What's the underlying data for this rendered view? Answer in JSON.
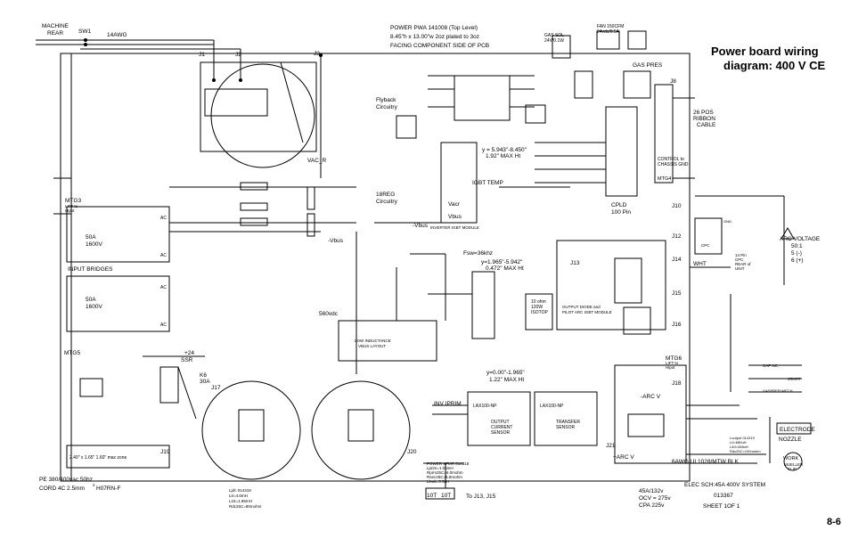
{
  "title_line1": "Power board wiring",
  "title_line2": "diagram: 400 V CE",
  "page_number": "8-6",
  "header": {
    "line1": "POWER PWA  141008 (Top Level)",
    "line2": "8.45\"h x 13.00\"w 2oz plated to 3oz",
    "line3": "FACING COMPONENT SIDE OF PCB"
  },
  "machine_rear": "MACHINE",
  "machine_rear2": "REAR",
  "sw1": "SW1",
  "awg14": "14AWG",
  "connectors": [
    "J1",
    "J2",
    "J3",
    "J8",
    "J10",
    "J12",
    "J13",
    "J14",
    "J15",
    "J16",
    "J17",
    "J18",
    "J19",
    "J20",
    "J21"
  ],
  "gas_sol": "GAS SOL",
  "gas_sol_v": "24V/0.1W",
  "fan": "FAN 150CFM",
  "fan_v": "24vdc/0.5A",
  "gas_pres": "GAS PRES",
  "ribbon": [
    "26 POS",
    "RIBBON",
    "CABLE"
  ],
  "control_chassis": [
    "CONTROL to",
    "CHASSIS GND"
  ],
  "mtg4": "MTG4",
  "flyback": [
    "Flyback",
    "Circuitry"
  ],
  "reg18": [
    "18REG",
    "Circuitry"
  ],
  "vac_r": "VAC_R",
  "mtg3": "MTG3",
  "mtg3_sub": [
    "LIFT to",
    "Hipot"
  ],
  "bridge_a": [
    "50A",
    "1600V"
  ],
  "bridge_b": [
    "50A",
    "1600V"
  ],
  "input_bridges": "INPUT BRIDGES",
  "ac_label": "AC",
  "mtg5": "MTG5",
  "ssr": [
    "+24",
    "SSR"
  ],
  "k6": [
    "K6",
    "30A"
  ],
  "cap_size": "2.40\" x 1.65\"  1.60\" max zone",
  "pe_line": "PE  380/400vac 50hz",
  "cord_line": "CORD 4C 2.5mm",
  "cord_sq": "2",
  "cord_type": "H07RN-F",
  "vbus_neg": "-Vbus",
  "vbus_pos": "Vbus",
  "vacr": "Vacr",
  "vdc560": "560vdc",
  "igbt_temp": "IGBT TEMP",
  "cpld": [
    "CPLD",
    "100 Pin"
  ],
  "inverter_module": "INVERTER IGBT MODULE",
  "fsw": "Fsw=36khz",
  "y1": "y = 5.943\"-8.450\"",
  "y1b": "1.92\" MAX Ht",
  "y2": "y=1.965\"-5.942\"",
  "y2b": "0.472\" MAX Ht",
  "y3": "y=0.00\"-1.965\"",
  "y3b": "1.22\" MAX Ht",
  "low_ind": [
    "LOW INDUCTANCE",
    "VBUS LAYOUT"
  ],
  "inv_iprim": "INV IPRIM",
  "output_sensor": [
    "OUTPUT",
    "CURRENT",
    "SENSOR"
  ],
  "transfer_sensor": [
    "TRANSFER",
    "SENSOR"
  ],
  "lax": "LAX100-NP",
  "output_diode": [
    "OUTPUT DIODE and",
    "PILOT ARC IGBT MODULE"
  ],
  "isotop": [
    "10 ohm",
    "120W",
    "ISOTOP"
  ],
  "arc_v_neg": "-ARC V",
  "arc_v_pos": "+ARC V",
  "wht": "WHT",
  "arc_voltage": [
    "ARC VOLTAGE",
    "50:1",
    "5 (-)",
    "6 (+)"
  ],
  "mtg6": "MTG6",
  "mtg6_sub": [
    "LIFT to",
    "Hipot"
  ],
  "electrode": "ELECTRODE",
  "nozzle": "NOZZLE",
  "work": "WORK",
  "mueller": [
    "MUELLER",
    "CLIP"
  ],
  "awg6": "6AWG UL1028/MTW BLK",
  "elec_sch": "ELEC SCH:45A 400V SYSTEM",
  "doc_no": "013367",
  "sheet": "SHEET 1OF 1",
  "ratings": [
    "45A/132v",
    "OCV = 275v",
    "CPA 225v"
  ],
  "power_xfmr": [
    "POWER XFMR 014318",
    "Lprim=1.05mH",
    "Rprm25C=6.0mohm",
    "Rsec25C=5.8mohm",
    "Lleak=0.5uH"
  ],
  "choke": [
    "Lpfc 014319",
    "L0=4.0mH",
    "L15=1.85mH",
    "Rdc25C=80mohm"
  ],
  "choke2": [
    "Loutput 014319",
    "L0=680uH",
    "L40=265uH",
    "Rdc25C=100mohm"
  ],
  "ten_t": "10T",
  "to_j13": "To J13, J15",
  "cpc": "CPC",
  "gnd": "GND",
  "cap_nc": "CAP NC",
  "start": "START",
  "gasprep": "GASPREP+MECH",
  "pin14": [
    "14 Pin",
    "CPC",
    "REAR of",
    "UNIT"
  ]
}
